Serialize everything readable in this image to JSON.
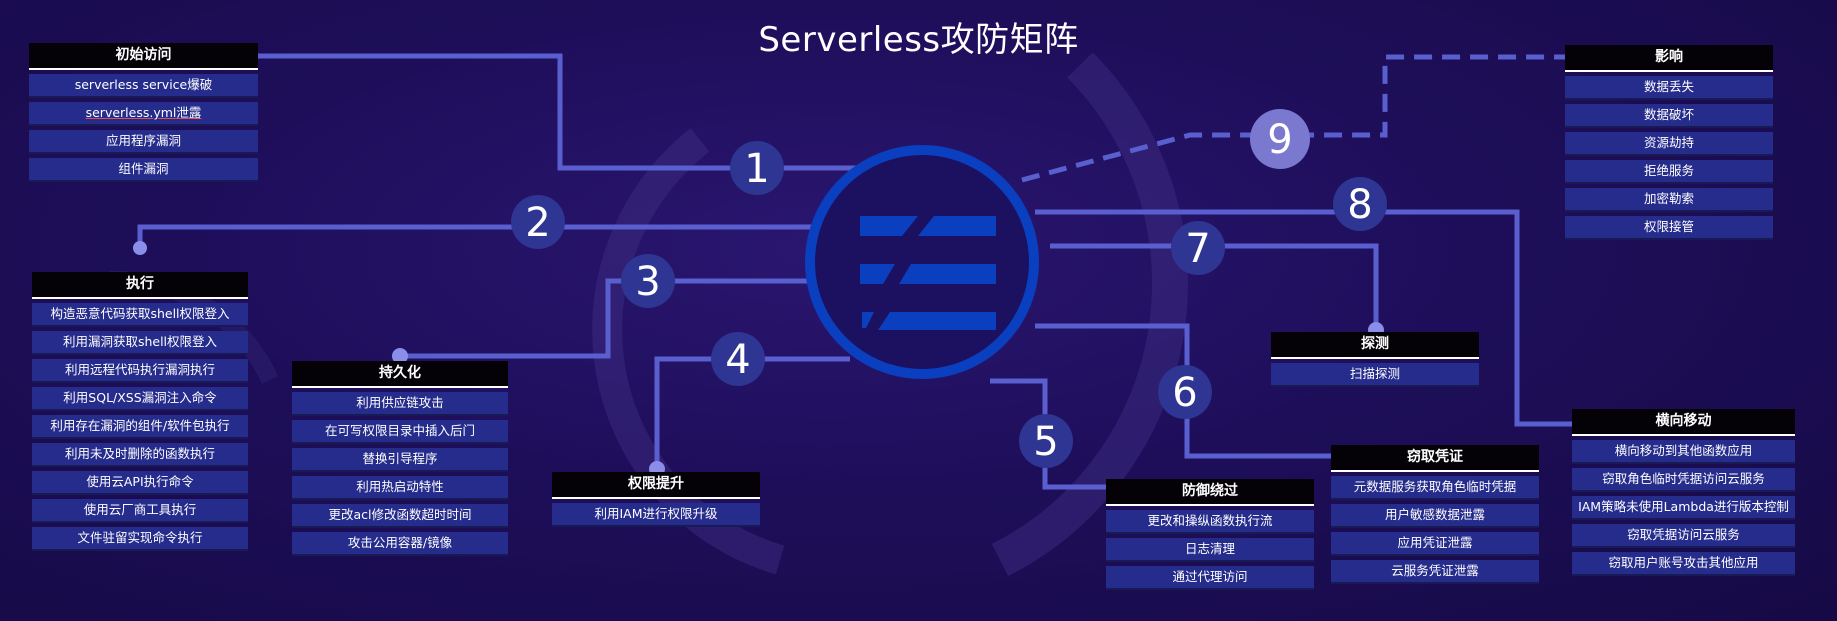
{
  "title": "Serverless攻防矩阵",
  "colors": {
    "line": "#5a5fd0",
    "node": "#2f3592",
    "boxItem": "#252c8c",
    "boxHeader": "#040207",
    "core": "#0a3fbf"
  },
  "stages": [
    {
      "num": "1"
    },
    {
      "num": "2"
    },
    {
      "num": "3"
    },
    {
      "num": "4"
    },
    {
      "num": "5"
    },
    {
      "num": "6"
    },
    {
      "num": "7"
    },
    {
      "num": "8"
    },
    {
      "num": "9"
    }
  ],
  "boxes": {
    "initial_access": {
      "header": "初始访问",
      "items": [
        "serverless service爆破",
        "serverless.yml泄露",
        "应用程序漏洞",
        "组件漏洞"
      ]
    },
    "execution": {
      "header": "执行",
      "items": [
        "构造恶意代码获取shell权限登入",
        "利用漏洞获取shell权限登入",
        "利用远程代码执行漏洞执行",
        "利用SQL/XSS漏洞注入命令",
        "利用存在漏洞的组件/软件包执行",
        "利用未及时删除的函数执行",
        "使用云API执行命令",
        "使用云厂商工具执行",
        "文件驻留实现命令执行"
      ]
    },
    "persistence": {
      "header": "持久化",
      "items": [
        "利用供应链攻击",
        "在可写权限目录中插入后门",
        "替换引导程序",
        "利用热启动特性",
        "更改acl修改函数超时时间",
        "攻击公用容器/镜像"
      ]
    },
    "privilege_escalation": {
      "header": "权限提升",
      "items": [
        "利用IAM进行权限升级"
      ]
    },
    "defense_evasion": {
      "header": "防御绕过",
      "items": [
        "更改和操纵函数执行流",
        "日志清理",
        "通过代理访问"
      ]
    },
    "credential_access": {
      "header": "窃取凭证",
      "items": [
        "元数据服务获取角色临时凭据",
        "用户敏感数据泄露",
        "应用凭证泄露",
        "云服务凭证泄露"
      ]
    },
    "discovery": {
      "header": "探测",
      "items": [
        "扫描探测"
      ]
    },
    "lateral_movement": {
      "header": "横向移动",
      "items": [
        "横向移动到其他函数应用",
        "窃取角色临时凭据访问云服务",
        "IAM策略未使用Lambda进行版本控制",
        "窃取凭据访问云服务",
        "窃取用户账号攻击其他应用"
      ]
    },
    "impact": {
      "header": "影响",
      "items": [
        "数据丢失",
        "数据破坏",
        "资源劫持",
        "拒绝服务",
        "加密勒索",
        "权限接管"
      ]
    }
  }
}
